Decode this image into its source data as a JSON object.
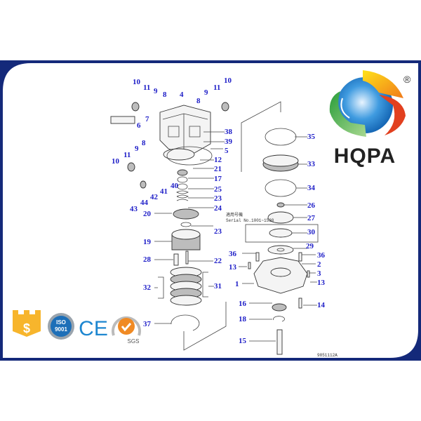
{
  "brand": {
    "name": "HQPA",
    "registered_mark": "®",
    "frame_color": "#14297a",
    "logo_colors": [
      "#1e7fd0",
      "#f6b21a",
      "#e2401f",
      "#3aa845"
    ]
  },
  "badges": [
    {
      "icon": "price-shield-icon",
      "text": "$",
      "color": "#f7b52c"
    },
    {
      "icon": "iso-badge-icon",
      "text_top": "ISO",
      "text_bottom": "9001",
      "color": "#1d6fb8"
    },
    {
      "icon": "ce-mark-icon",
      "text": "CE",
      "color": "#1d86d0"
    },
    {
      "icon": "sgs-badge-icon",
      "text": "SGS",
      "color": "#f08a24"
    }
  ],
  "diagram": {
    "serial_note_jp": "適用号機",
    "serial_note": "Serial No.1001~1530",
    "drawing_code": "9851112A",
    "callouts": [
      "10",
      "11",
      "9",
      "8",
      "4",
      "8",
      "9",
      "11",
      "10",
      "7",
      "6",
      "8",
      "9",
      "11",
      "10",
      "38",
      "39",
      "5",
      "12",
      "21",
      "17",
      "40",
      "41",
      "42",
      "44",
      "43",
      "25",
      "23",
      "24",
      "20",
      "23",
      "19",
      "28",
      "22",
      "32",
      "31",
      "37",
      "35",
      "33",
      "34",
      "26",
      "27",
      "30",
      "29",
      "36",
      "36",
      "2",
      "3",
      "13",
      "13",
      "1",
      "16",
      "14",
      "18",
      "15"
    ]
  }
}
